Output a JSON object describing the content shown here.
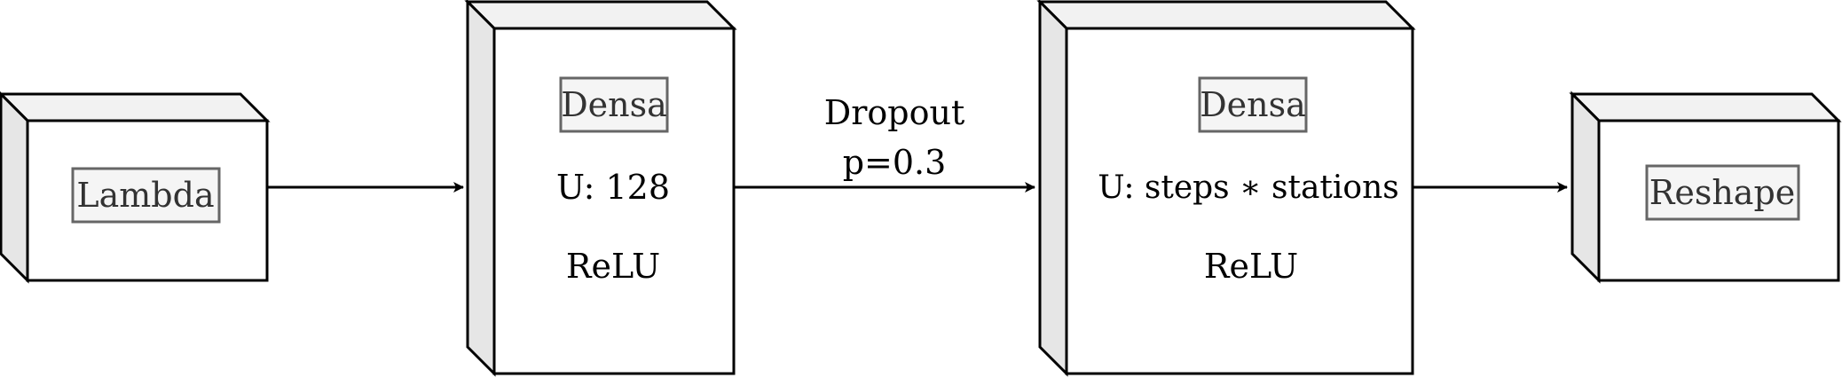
{
  "diagram": {
    "blocks": [
      {
        "id": "lambda",
        "label": "Lambda",
        "lines": []
      },
      {
        "id": "densa1",
        "label": "Densa",
        "lines": [
          "U: 128",
          "ReLU"
        ]
      },
      {
        "id": "densa2",
        "label": "Densa",
        "lines": [
          "U: steps ∗ stations",
          "ReLU"
        ]
      },
      {
        "id": "reshape",
        "label": "Reshape",
        "lines": []
      }
    ],
    "edges": [
      {
        "from": "lambda",
        "to": "densa1",
        "label": []
      },
      {
        "from": "densa1",
        "to": "densa2",
        "label": [
          "Dropout",
          "p=0.3"
        ]
      },
      {
        "from": "densa2",
        "to": "reshape",
        "label": []
      }
    ]
  },
  "colors": {
    "stroke": "#000000",
    "front_face": "#ffffff",
    "top_face": "#f2f2f2",
    "side_face": "#e6e6e6",
    "tag_fill": "#f5f5f5",
    "tag_border": "#666666"
  }
}
